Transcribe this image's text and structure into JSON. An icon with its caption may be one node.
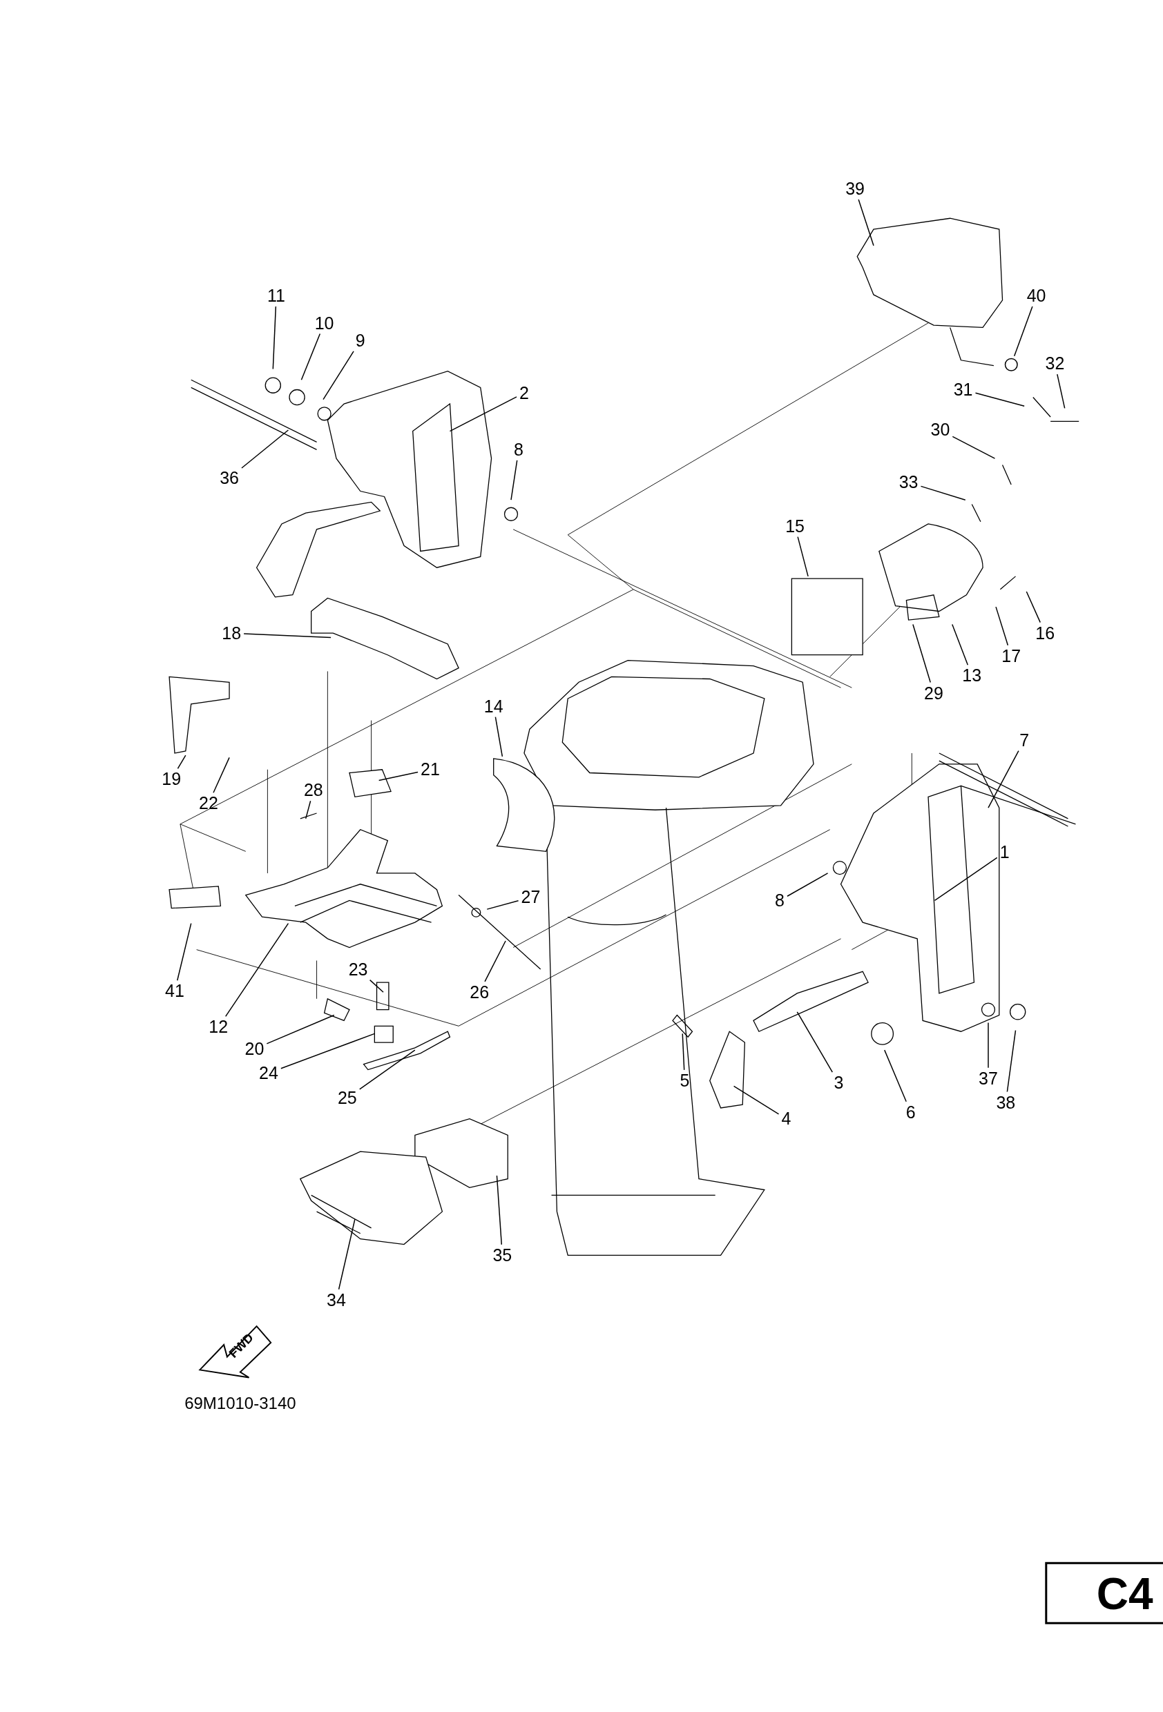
{
  "diagram": {
    "nodes": [
      {
        "text": [
          "39"
        ]
      },
      {
        "text": [
          "11"
        ]
      },
      {
        "text": [
          "40"
        ]
      },
      {
        "text": [
          "10"
        ]
      },
      {
        "text": [
          "9"
        ]
      },
      {
        "text": [
          "32"
        ]
      },
      {
        "text": [
          "2"
        ]
      },
      {
        "text": [
          "31"
        ]
      },
      {
        "text": [
          "30"
        ]
      },
      {
        "text": [
          "8"
        ]
      },
      {
        "text": [
          "36"
        ]
      },
      {
        "text": [
          "33"
        ]
      },
      {
        "text": [
          "15"
        ]
      },
      {
        "text": [
          "16"
        ]
      },
      {
        "text": [
          "18"
        ]
      },
      {
        "text": [
          "17"
        ]
      },
      {
        "text": [
          "13"
        ]
      },
      {
        "text": [
          "29"
        ]
      },
      {
        "text": [
          "14"
        ]
      },
      {
        "text": [
          "7"
        ]
      },
      {
        "text": [
          "21"
        ]
      },
      {
        "text": [
          "19"
        ]
      },
      {
        "text": [
          "28"
        ]
      },
      {
        "text": [
          "22"
        ]
      },
      {
        "text": [
          "1"
        ]
      },
      {
        "text": [
          "27"
        ]
      },
      {
        "text": [
          "8"
        ]
      },
      {
        "text": [
          "23"
        ]
      },
      {
        "text": [
          "41"
        ]
      },
      {
        "text": [
          "26"
        ]
      },
      {
        "text": [
          "12"
        ]
      },
      {
        "text": [
          "20"
        ]
      },
      {
        "text": [
          "24"
        ]
      },
      {
        "text": [
          "5"
        ]
      },
      {
        "text": [
          "3"
        ]
      },
      {
        "text": [
          "37"
        ]
      },
      {
        "text": [
          "25"
        ]
      },
      {
        "text": [
          "38"
        ]
      },
      {
        "text": [
          "6"
        ]
      },
      {
        "text": [
          "4"
        ]
      },
      {
        "text": [
          "35"
        ]
      },
      {
        "text": [
          "34"
        ]
      },
      {
        "text": [],
        "shape": "circle"
      }
    ],
    "edges": [
      {
        "from": 0,
        "to": null,
        "arrow": "none"
      },
      {
        "from": 1,
        "to": null,
        "arrow": "none"
      },
      {
        "from": 2,
        "to": 42,
        "arrow": "none"
      },
      {
        "from": 3,
        "to": null,
        "arrow": "none"
      },
      {
        "from": 4,
        "to": null,
        "arrow": "none"
      },
      {
        "from": 5,
        "to": null,
        "arrow": "none"
      },
      {
        "from": 6,
        "to": null,
        "arrow": "none"
      },
      {
        "from": 7,
        "to": null,
        "arrow": "none"
      },
      {
        "from": 8,
        "to": null,
        "arrow": "none"
      },
      {
        "from": 9,
        "to": null,
        "arrow": "none"
      },
      {
        "from": 10,
        "to": null,
        "arrow": "none"
      },
      {
        "from": 11,
        "to": null,
        "arrow": "none"
      },
      {
        "from": 12,
        "to": null,
        "arrow": "none"
      },
      {
        "from": 13,
        "to": null,
        "arrow": "none"
      },
      {
        "from": 14,
        "to": null,
        "arrow": "none"
      },
      {
        "from": 15,
        "to": null,
        "arrow": "none"
      },
      {
        "from": 16,
        "to": null,
        "arrow": "none"
      },
      {
        "from": 17,
        "to": null,
        "arrow": "none"
      },
      {
        "from": 18,
        "to": null,
        "arrow": "none"
      },
      {
        "from": 19,
        "to": null,
        "arrow": "none"
      },
      {
        "from": 20,
        "to": null,
        "arrow": "none"
      },
      {
        "from": 21,
        "to": null,
        "arrow": "none"
      },
      {
        "from": 22,
        "to": null,
        "arrow": "none"
      },
      {
        "from": 23,
        "to": null,
        "arrow": "none"
      },
      {
        "from": 24,
        "to": null,
        "arrow": "none"
      },
      {
        "from": 25,
        "to": null,
        "arrow": "none"
      },
      {
        "from": 26,
        "to": null,
        "arrow": "none"
      },
      {
        "from": 27,
        "to": null,
        "arrow": "none"
      },
      {
        "from": 28,
        "to": null,
        "arrow": "none"
      },
      {
        "from": 29,
        "to": null,
        "arrow": "none"
      },
      {
        "from": 30,
        "to": null,
        "arrow": "none"
      },
      {
        "from": 31,
        "to": null,
        "arrow": "none"
      },
      {
        "from": 32,
        "to": null,
        "arrow": "none"
      },
      {
        "from": 33,
        "to": null,
        "arrow": "none"
      },
      {
        "from": 34,
        "to": null,
        "arrow": "none"
      },
      {
        "from": 35,
        "to": null,
        "arrow": "none"
      },
      {
        "from": 36,
        "to": null,
        "arrow": "none"
      },
      {
        "from": 37,
        "to": null,
        "arrow": "none"
      },
      {
        "from": 38,
        "to": null,
        "arrow": "none"
      },
      {
        "from": 39,
        "to": null,
        "arrow": "none"
      },
      {
        "from": 40,
        "to": null,
        "arrow": "none"
      },
      {
        "from": 41,
        "to": null,
        "arrow": "none"
      }
    ],
    "labels": [
      "FWD",
      "69M1010-3140",
      "C4"
    ]
  }
}
